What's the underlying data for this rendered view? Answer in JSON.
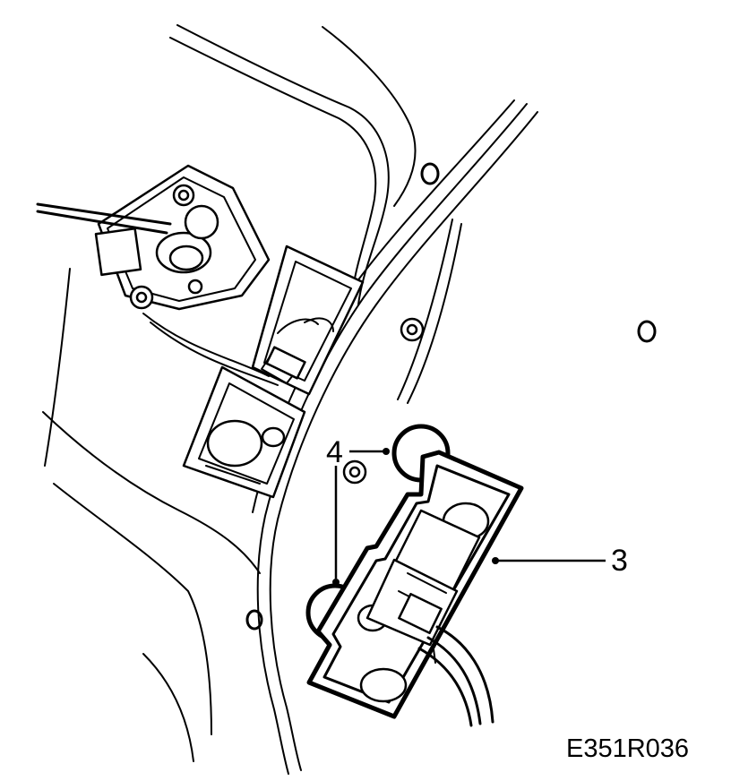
{
  "diagram": {
    "callouts": [
      {
        "id": "3",
        "text": "3"
      },
      {
        "id": "4",
        "text": "4"
      }
    ],
    "figure_code": "E351R036",
    "stroke_color": "#000000",
    "background_color": "#ffffff"
  }
}
